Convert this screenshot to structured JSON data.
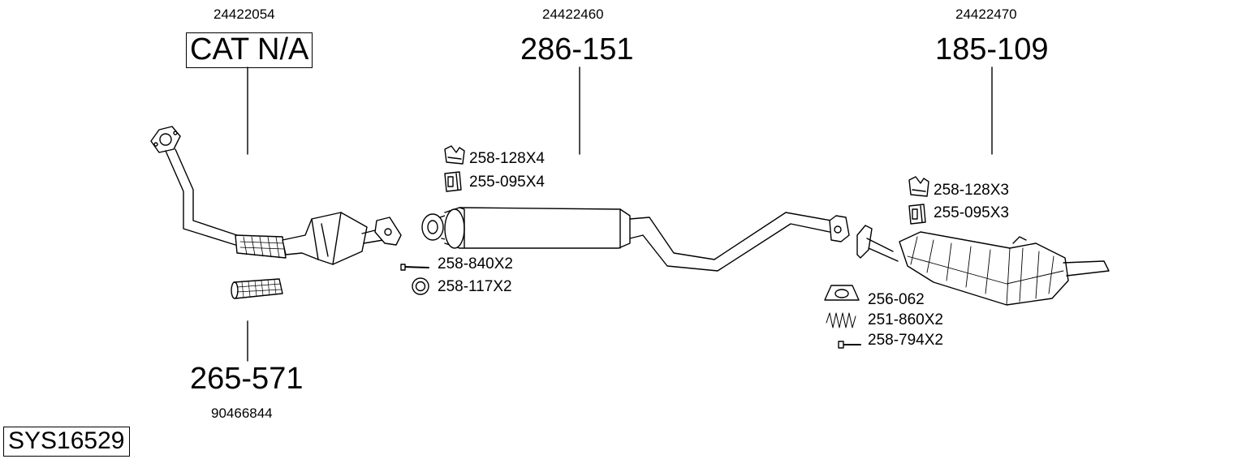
{
  "system_id": "SYS16529",
  "parts": [
    {
      "oem": "24422054",
      "label": "CAT N/A",
      "boxed": true
    },
    {
      "oem": "24422460",
      "label": "286-151"
    },
    {
      "oem": "24422470",
      "label": "185-109"
    },
    {
      "oem": "90466844",
      "label": "265-571"
    }
  ],
  "accessories": {
    "middle": [
      {
        "label": "258-128X4",
        "icon": "rubber-hanger-icon"
      },
      {
        "label": "255-095X4",
        "icon": "rubber-mount-icon"
      },
      {
        "label": "258-840X2",
        "icon": "bolt-icon"
      },
      {
        "label": "258-117X2",
        "icon": "ring-gasket-icon"
      }
    ],
    "rear": [
      {
        "label": "258-128X3",
        "icon": "rubber-hanger-icon"
      },
      {
        "label": "255-095X3",
        "icon": "rubber-mount-icon"
      },
      {
        "label": "256-062",
        "icon": "cone-gasket-icon"
      },
      {
        "label": "251-860X2",
        "icon": "spring-icon"
      },
      {
        "label": "258-794X2",
        "icon": "bolt-icon"
      }
    ]
  }
}
